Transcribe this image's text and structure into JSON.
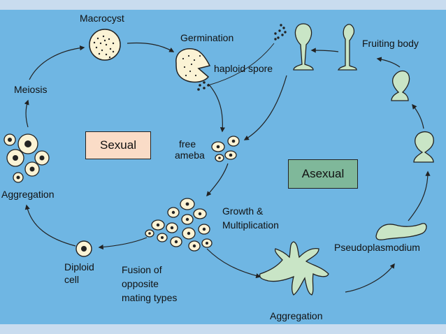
{
  "labels": {
    "macrocyst": "Macrocyst",
    "germination": "Germination",
    "haploid_spore": "haploid spore",
    "fruiting_body": "Fruiting body",
    "meiosis": "Meiosis",
    "aggregation_left": "Aggregation",
    "free_ameba_1": "free",
    "free_ameba_2": "ameba",
    "growth_1": "Growth &",
    "growth_2": "Multiplication",
    "diploid_1": "Diploid",
    "diploid_2": "cell",
    "fusion_1": "Fusion of",
    "fusion_2": "opposite",
    "fusion_3": "mating types",
    "pseudoplasmodium": "Pseudoplasmodium",
    "aggregation_bottom": "Aggregation"
  },
  "boxes": {
    "sexual": "Sexual",
    "asexual": "Asexual"
  },
  "colors": {
    "background": "#6fb6e3",
    "page": "#c9dcef",
    "cell_fill": "#fbf3d5",
    "sexual_box": "#fadcc7",
    "asexual_box": "#7fb89a",
    "green_structure": "#c9e5c6",
    "outline": "#222222"
  }
}
